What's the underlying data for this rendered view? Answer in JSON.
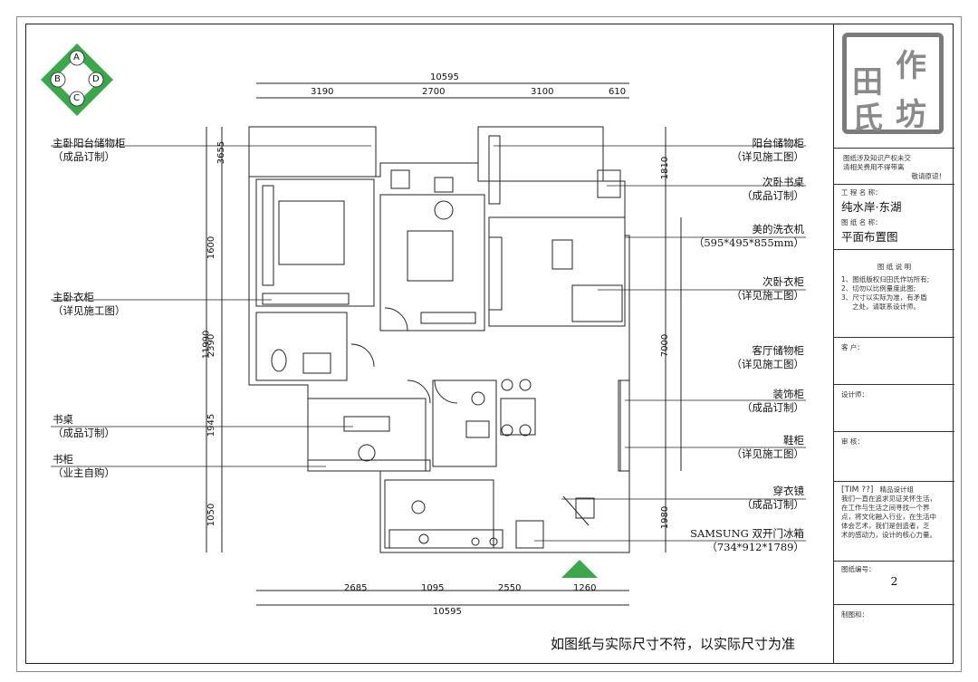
{
  "diagram": {
    "top_dims": {
      "total": "10595",
      "segments": [
        "3190",
        "2700",
        "3100",
        "610"
      ]
    },
    "bottom_dims": {
      "total": "10595",
      "segments": [
        "2685",
        "1095",
        "2550",
        "1260"
      ]
    },
    "left_dims": {
      "total": "11990",
      "segments": [
        "1050",
        "3655",
        "1600",
        "2390",
        "1945"
      ]
    },
    "right_dims": {
      "total": "7000",
      "segments": [
        "1810",
        "1980"
      ]
    },
    "left_labels": [
      {
        "line1": "主卧阳台储物柜",
        "line2": "（成品订制）"
      },
      {
        "line1": "主卧衣柜",
        "line2": "（详见施工图）"
      },
      {
        "line1": "书桌",
        "line2": "（成品订制）"
      },
      {
        "line1": "书柜",
        "line2": "（业主自购）"
      }
    ],
    "right_labels": [
      {
        "line1": "阳台储物柜",
        "line2": "（详见施工图）"
      },
      {
        "line1": "次卧书桌",
        "line2": "（成品订制）"
      },
      {
        "line1": "美的洗衣机",
        "line2": "（595*495*855mm）"
      },
      {
        "line1": "次卧衣柜",
        "line2": "（详见施工图）"
      },
      {
        "line1": "客厅储物柜",
        "line2": "（详见施工图）"
      },
      {
        "line1": "装饰柜",
        "line2": "（成品订制）"
      },
      {
        "line1": "鞋柜",
        "line2": "（详见施工图）"
      },
      {
        "line1": "穿衣镜",
        "line2": "（成品订制）"
      },
      {
        "line1": "SAMSUNG 双开门冰箱",
        "line2": "（734*912*1789）"
      }
    ],
    "compass": [
      "A",
      "B",
      "C",
      "D"
    ],
    "footnote": "如图纸与实际尺寸不符，以实际尺寸为准"
  },
  "title_block": {
    "logo_chars": [
      "田",
      "作",
      "氏",
      "坊"
    ],
    "notice": [
      "图纸涉及知识产权未交",
      "清相关费用不得带离",
      "敬请原谅！"
    ],
    "project_label": "工 程 名 称：",
    "project_name": "纯水岸·东湖",
    "drawing_label": "图 纸 名 称：",
    "drawing_name": "平面布置图",
    "notes_title": "图 纸 说 明",
    "notes": [
      "1、图纸版权归田氏作坊所有;",
      "2、切勿以比例量度此图;",
      "3、尺寸以实际为准，有矛盾",
      "之处，请联系设计师。"
    ],
    "client_label": "客 户：",
    "designer_label": "设计师：",
    "reviewer_label": "审 核：",
    "team": "[TIM ??]",
    "team_name": "精品设计组",
    "team_text": [
      "我们一直在追求见证关怀生活，",
      "在工作与生活之间寻找一个界",
      "点，将文化融入行业，在生活中",
      "体会艺术，我们是创造者，乏",
      "术的感动力，设计的核心力量。"
    ],
    "drawing_no_label": "图纸编号：",
    "drawing_no": "2",
    "plotter_label": "制图和："
  }
}
